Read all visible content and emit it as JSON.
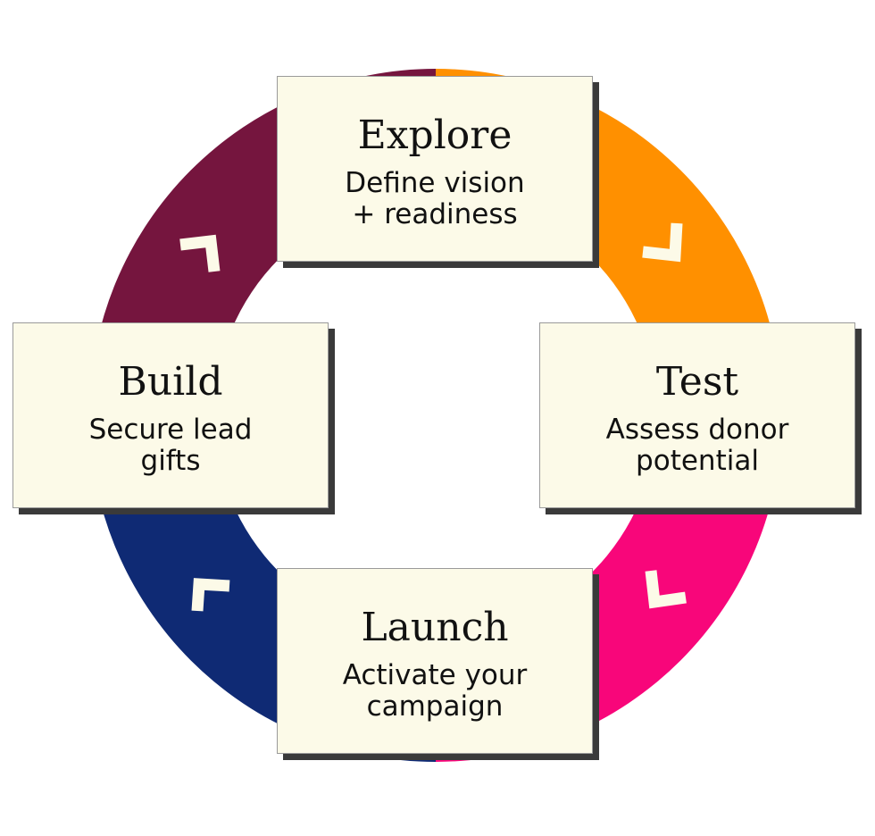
{
  "colors": {
    "explore_test_arc": "#ff9000",
    "test_launch_arc": "#f8067a",
    "launch_build_arc": "#0f2a74",
    "build_explore_arc": "#75153e",
    "card_background": "#fcfae8",
    "card_shadow": "#3a3a3a",
    "chevron": "#fcfae8"
  },
  "stages": [
    {
      "id": "explore",
      "title": "Explore",
      "subtitle_lines": [
        "Define vision",
        "+ readiness"
      ]
    },
    {
      "id": "test",
      "title": "Test",
      "subtitle_lines": [
        "Assess donor",
        "potential"
      ]
    },
    {
      "id": "launch",
      "title": "Launch",
      "subtitle_lines": [
        "Activate your",
        "campaign"
      ]
    },
    {
      "id": "build",
      "title": "Build",
      "subtitle_lines": [
        "Secure lead",
        "gifts"
      ]
    }
  ],
  "icons": {
    "arrow_explore_to_test": "chevron-icon",
    "arrow_test_to_launch": "chevron-icon",
    "arrow_launch_to_build": "chevron-icon",
    "arrow_build_to_explore": "chevron-icon"
  }
}
